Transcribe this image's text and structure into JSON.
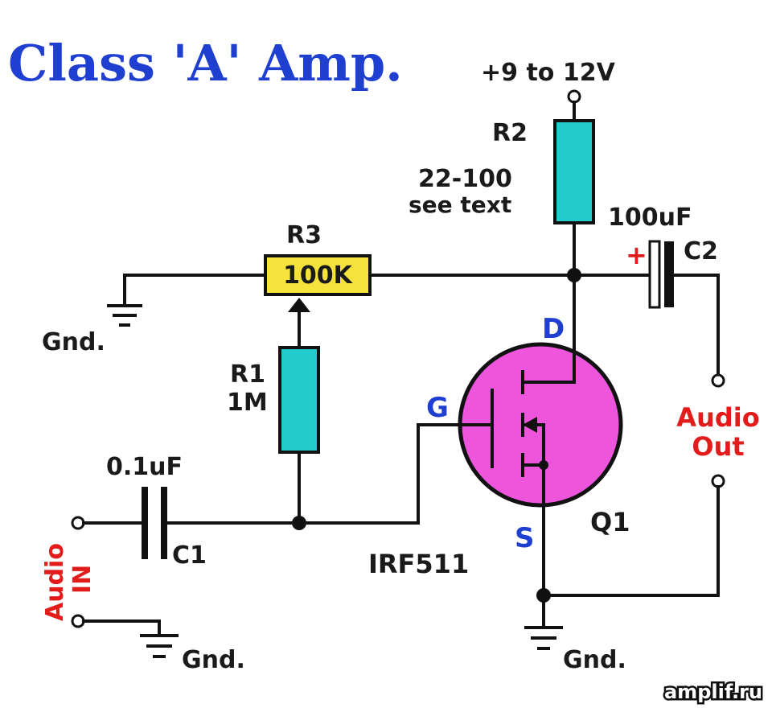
{
  "title": "Class 'A' Amp.",
  "supply": "+9 to 12V",
  "r2": {
    "name": "R2",
    "value_line1": "22-100",
    "value_line2": "see text"
  },
  "r3": {
    "name": "R3",
    "value": "100K"
  },
  "r1": {
    "name": "R1",
    "value": "1M"
  },
  "c1": {
    "name": "C1",
    "value": "0.1uF"
  },
  "c2": {
    "name": "C2",
    "value": "100uF",
    "polarity": "+"
  },
  "q1": {
    "name": "Q1",
    "part": "IRF511",
    "gate": "G",
    "drain": "D",
    "source": "S"
  },
  "audio_in": {
    "line1": "Audio",
    "line2": "IN"
  },
  "audio_out": {
    "line1": "Audio",
    "line2": "Out"
  },
  "gnd": {
    "label": "Gnd."
  },
  "watermark": "amplif.ru",
  "colors": {
    "title": "#1f3fd0",
    "resistor": "#22cccc",
    "pot": "#f5e23a",
    "transistor": "#ee55dd",
    "io_label": "#e21b1b",
    "pin_label": "#1f3fd0"
  }
}
